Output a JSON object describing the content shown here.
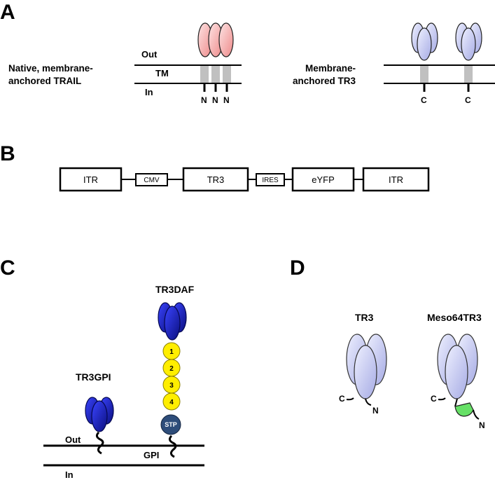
{
  "panels": {
    "a": "A",
    "b": "B",
    "c": "C",
    "d": "D"
  },
  "panel_a": {
    "left_label_line1": "Native, membrane-",
    "left_label_line2": "anchored TRAIL",
    "out": "Out",
    "tm": "TM",
    "in": "In",
    "trail_termini": [
      "N",
      "N",
      "N"
    ],
    "right_label_line1": "Membrane-",
    "right_label_line2": "anchored TR3",
    "tr3_termini": [
      "C",
      "C"
    ]
  },
  "panel_b": {
    "boxes": [
      "ITR",
      "CMV",
      "TR3",
      "IRES",
      "eYFP",
      "ITR"
    ]
  },
  "panel_c": {
    "tr3gpi": "TR3GPI",
    "tr3daf": "TR3DAF",
    "daf_domains": [
      "1",
      "2",
      "3",
      "4"
    ],
    "stp": "STP",
    "out": "Out",
    "gpi": "GPI",
    "in": "In"
  },
  "panel_d": {
    "tr3": "TR3",
    "meso": "Meso64TR3",
    "tr3_c": "C",
    "tr3_n": "N",
    "meso_c": "C",
    "meso_n": "N"
  },
  "colors": {
    "trail_pink": "#f4a6a6",
    "tr3_lavender": "#c4c8ee",
    "tr3_blue": "#1f26c4",
    "daf_yellow": "#ffee00",
    "stp_navy": "#2e4d7a",
    "meso_green": "#66e066",
    "tm_grey": "#c0c0c0"
  }
}
